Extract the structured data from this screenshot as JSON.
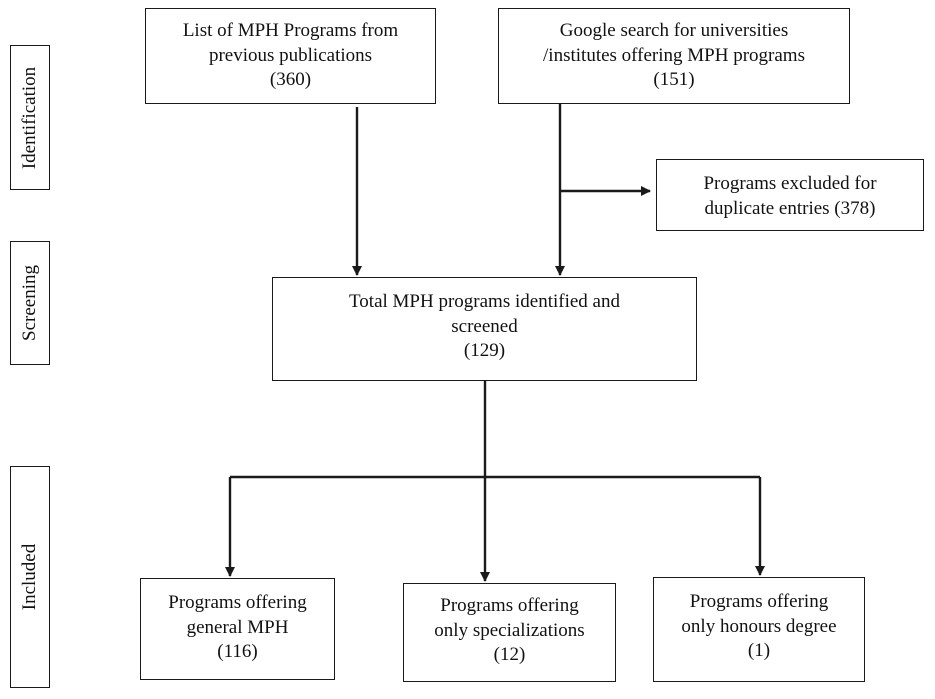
{
  "stages": {
    "identification": "Identification",
    "screening": "Screening",
    "included": "Included"
  },
  "boxes": {
    "previous_publications": {
      "line1": "List of MPH Programs from",
      "line2": "previous publications",
      "count": "(360)"
    },
    "google_search": {
      "line1": "Google search for universities",
      "line2": "/institutes offering MPH programs",
      "count": "(151)"
    },
    "excluded_duplicates": {
      "line1": "Programs excluded for",
      "line2": "duplicate entries (378)"
    },
    "total_screened": {
      "line1": "Total MPH programs identified and",
      "line2": "screened",
      "count": "(129)"
    },
    "general_mph": {
      "line1": "Programs offering",
      "line2": "general MPH",
      "count": "(116)"
    },
    "specializations": {
      "line1": "Programs offering",
      "line2": "only specializations",
      "count": "(12)"
    },
    "honours": {
      "line1": "Programs offering",
      "line2": "only honours degree",
      "count": "(1)"
    }
  },
  "style": {
    "line_color": "#1a1a1a",
    "background": "#ffffff"
  }
}
